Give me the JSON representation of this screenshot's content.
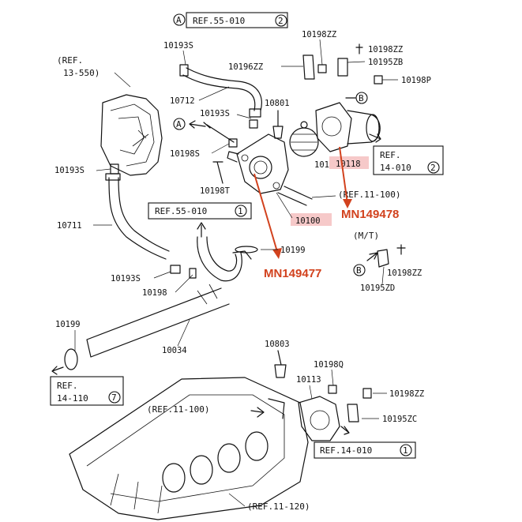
{
  "references": {
    "ref_55_top": "REF.55-010",
    "ref_55_top_num": "2",
    "ref_13": "(REF.",
    "ref_13b": "13-550)",
    "ref_55_mid": "REF.55-010",
    "ref_55_mid_num": "1",
    "ref_14_right": "REF.",
    "ref_14_right_b": "14-010",
    "ref_14_right_num": "2",
    "ref_11_top": "(REF.11-100)",
    "ref_14_left": "REF.",
    "ref_14_left_b": "14-110",
    "ref_14_left_num": "7",
    "ref_11_bottom": "(REF.11-100)",
    "ref_14_bottom": "REF.14-010",
    "ref_14_bottom_num": "1",
    "ref_11_120": "(REF.11-120)"
  },
  "callouts": {
    "circle_a": "A",
    "circle_b": "B",
    "mt": "(M/T)"
  },
  "part_labels": {
    "p10198zz_top": "10198ZZ",
    "p10196zz_top": "10196ZZ",
    "p10198zz_top2": "10198ZZ",
    "p10195zb": "10195ZB",
    "p10198p": "10198P",
    "p10193s_top": "10193S",
    "p10712": "10712",
    "p10193s_mid": "10193S",
    "p10801": "10801",
    "p10198s": "10198S",
    "p10193s_left": "10193S",
    "p10198t": "10198T",
    "p10110": "10110",
    "p10118": "10118",
    "p10100": "10100",
    "p10711": "10711",
    "p10199_mid": "10199",
    "p10193s_low": "10193S",
    "p10198_low": "10198",
    "p10198zz_mt": "10198ZZ",
    "p10195zd": "10195ZD",
    "p10199_left": "10199",
    "p10034": "10034",
    "p10803": "10803",
    "p10198q": "10198Q",
    "p10113": "10113",
    "p10198zz_low": "10198ZZ",
    "p10195zc": "10195ZC"
  },
  "highlights": {
    "mn149478": "MN149478",
    "mn149477": "MN149477"
  },
  "colors": {
    "accent_red": "#d2421e",
    "highlight_pink": "#f6c9c9"
  }
}
